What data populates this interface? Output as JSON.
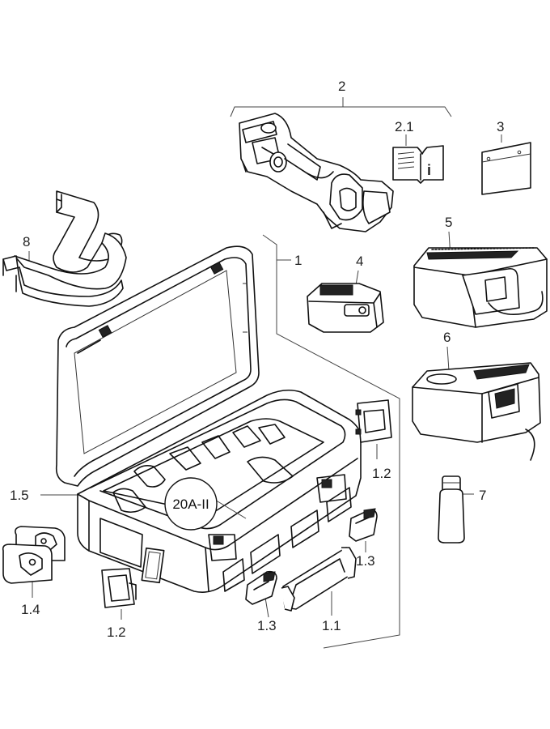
{
  "labels": {
    "tool": "2",
    "manual": "2.1",
    "card": "3",
    "strap": "8",
    "case": "1",
    "battery": "4",
    "charger_a": "5",
    "charger_b": "6",
    "insert_right": "1.2",
    "insert_left": "1.2",
    "inlay": "1.5",
    "bottle": "7",
    "jaws": "1.4",
    "latch_right": "1.3",
    "latch_left": "1.3",
    "handle": "1.1"
  },
  "badge": "20A-II",
  "icons": {
    "manual_glyph": "i"
  }
}
